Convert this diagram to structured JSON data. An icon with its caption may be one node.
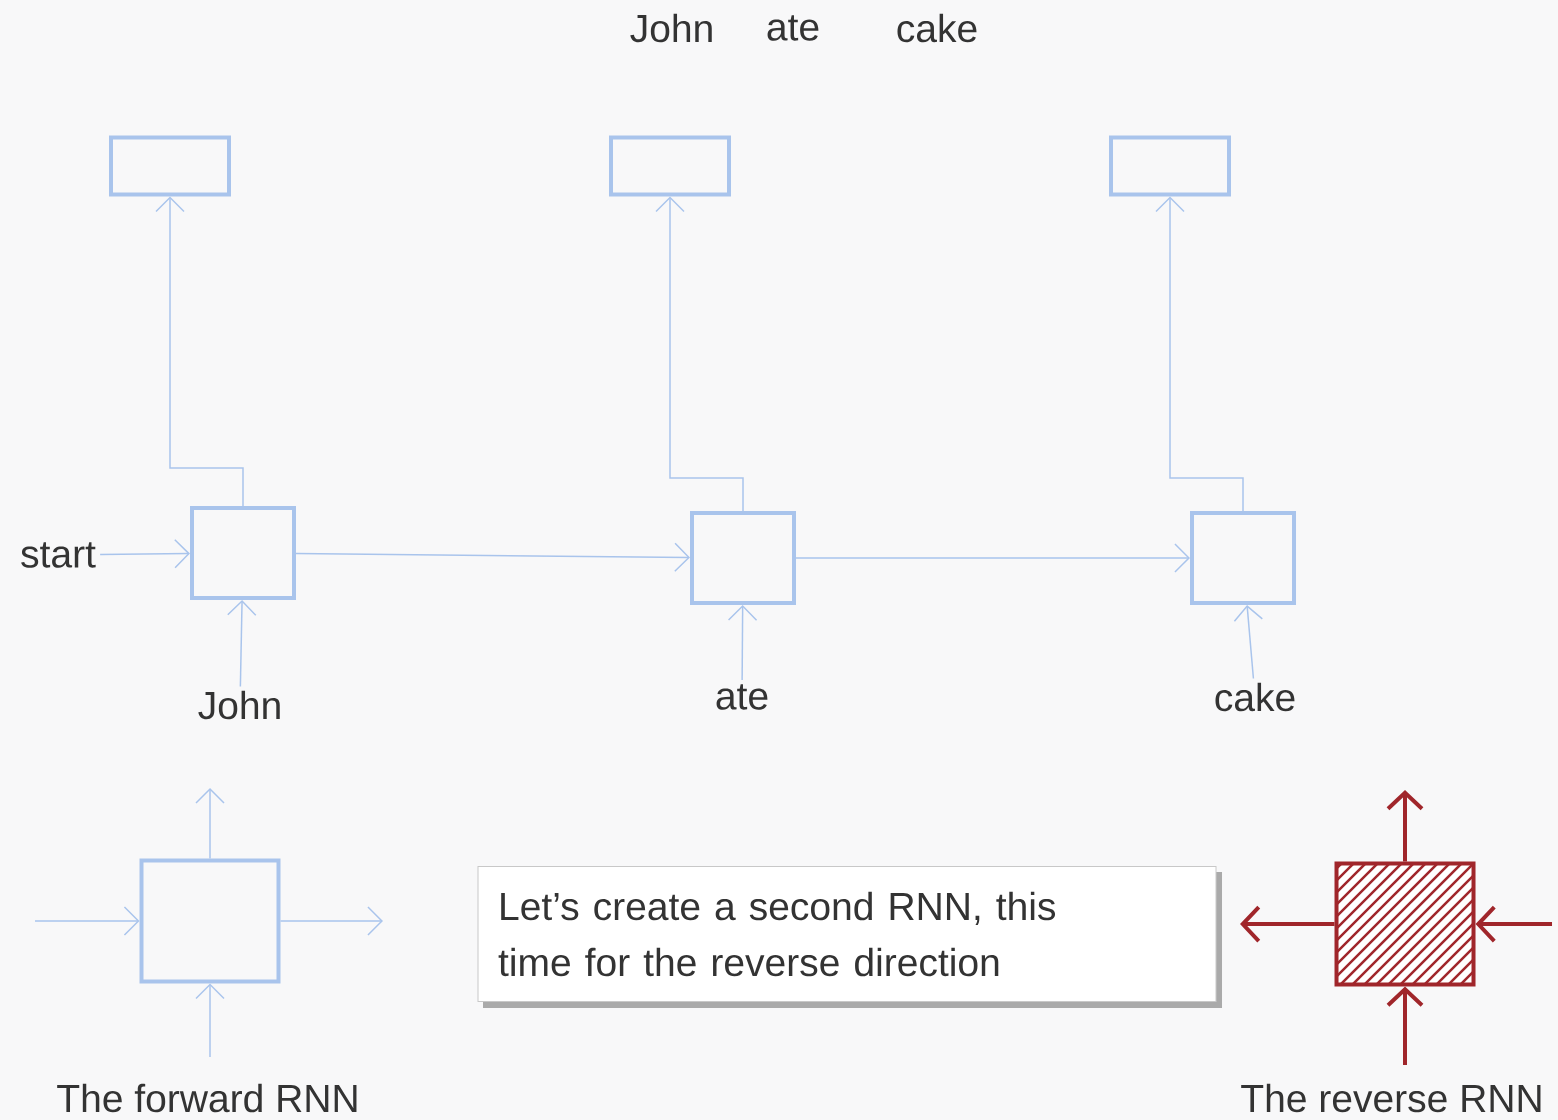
{
  "diagram": {
    "nodes": [
      {
        "text": [
          "start"
        ]
      },
      {
        "text": [],
        "shape": "box"
      },
      {
        "text": [],
        "shape": "box"
      },
      {
        "text": [],
        "shape": "box"
      },
      {
        "text": [],
        "shape": "box"
      },
      {
        "text": [],
        "shape": "box"
      },
      {
        "text": [],
        "shape": "box"
      },
      {
        "text": [
          "John"
        ]
      },
      {
        "text": [
          "ate"
        ]
      },
      {
        "text": [
          "cake"
        ]
      },
      {
        "text": [],
        "shape": "box",
        "beside": [
          "The forward RNN"
        ]
      },
      {
        "text": [
          "Let’s create a second RNN, this time for the reverse direction"
        ]
      },
      {
        "text": [],
        "shape": "box",
        "beside": [
          "The reverse RNN"
        ]
      }
    ],
    "edges": [
      {
        "from": 0,
        "to": 4,
        "arrow": "to"
      },
      {
        "from": 7,
        "to": 4,
        "arrow": "to"
      },
      {
        "from": 4,
        "to": 1,
        "arrow": "to"
      },
      {
        "from": 4,
        "to": 5,
        "arrow": "to"
      },
      {
        "from": 8,
        "to": 5,
        "arrow": "to"
      },
      {
        "from": 5,
        "to": 2,
        "arrow": "to"
      },
      {
        "from": 5,
        "to": 6,
        "arrow": "to"
      },
      {
        "from": 9,
        "to": 6,
        "arrow": "to"
      },
      {
        "from": 6,
        "to": 3,
        "arrow": "to"
      },
      {
        "from": null,
        "to": 10,
        "arrow": "to"
      },
      {
        "from": 10,
        "to": null,
        "arrow": "to"
      },
      {
        "from": null,
        "to": 10,
        "arrow": "to"
      },
      {
        "from": 10,
        "to": null,
        "arrow": "to"
      },
      {
        "from": 12,
        "to": null,
        "arrow": "to",
        "style": "thick",
        "color": "#a0262b"
      },
      {
        "from": null,
        "to": 12,
        "arrow": "to",
        "style": "thick",
        "color": "#a0262b"
      },
      {
        "from": 12,
        "to": null,
        "arrow": "to",
        "style": "thick",
        "color": "#a0262b"
      },
      {
        "from": null,
        "to": 12,
        "arrow": "to",
        "style": "thick",
        "color": "#a0262b"
      }
    ],
    "labels": [
      "John",
      "ate",
      "cake"
    ]
  }
}
